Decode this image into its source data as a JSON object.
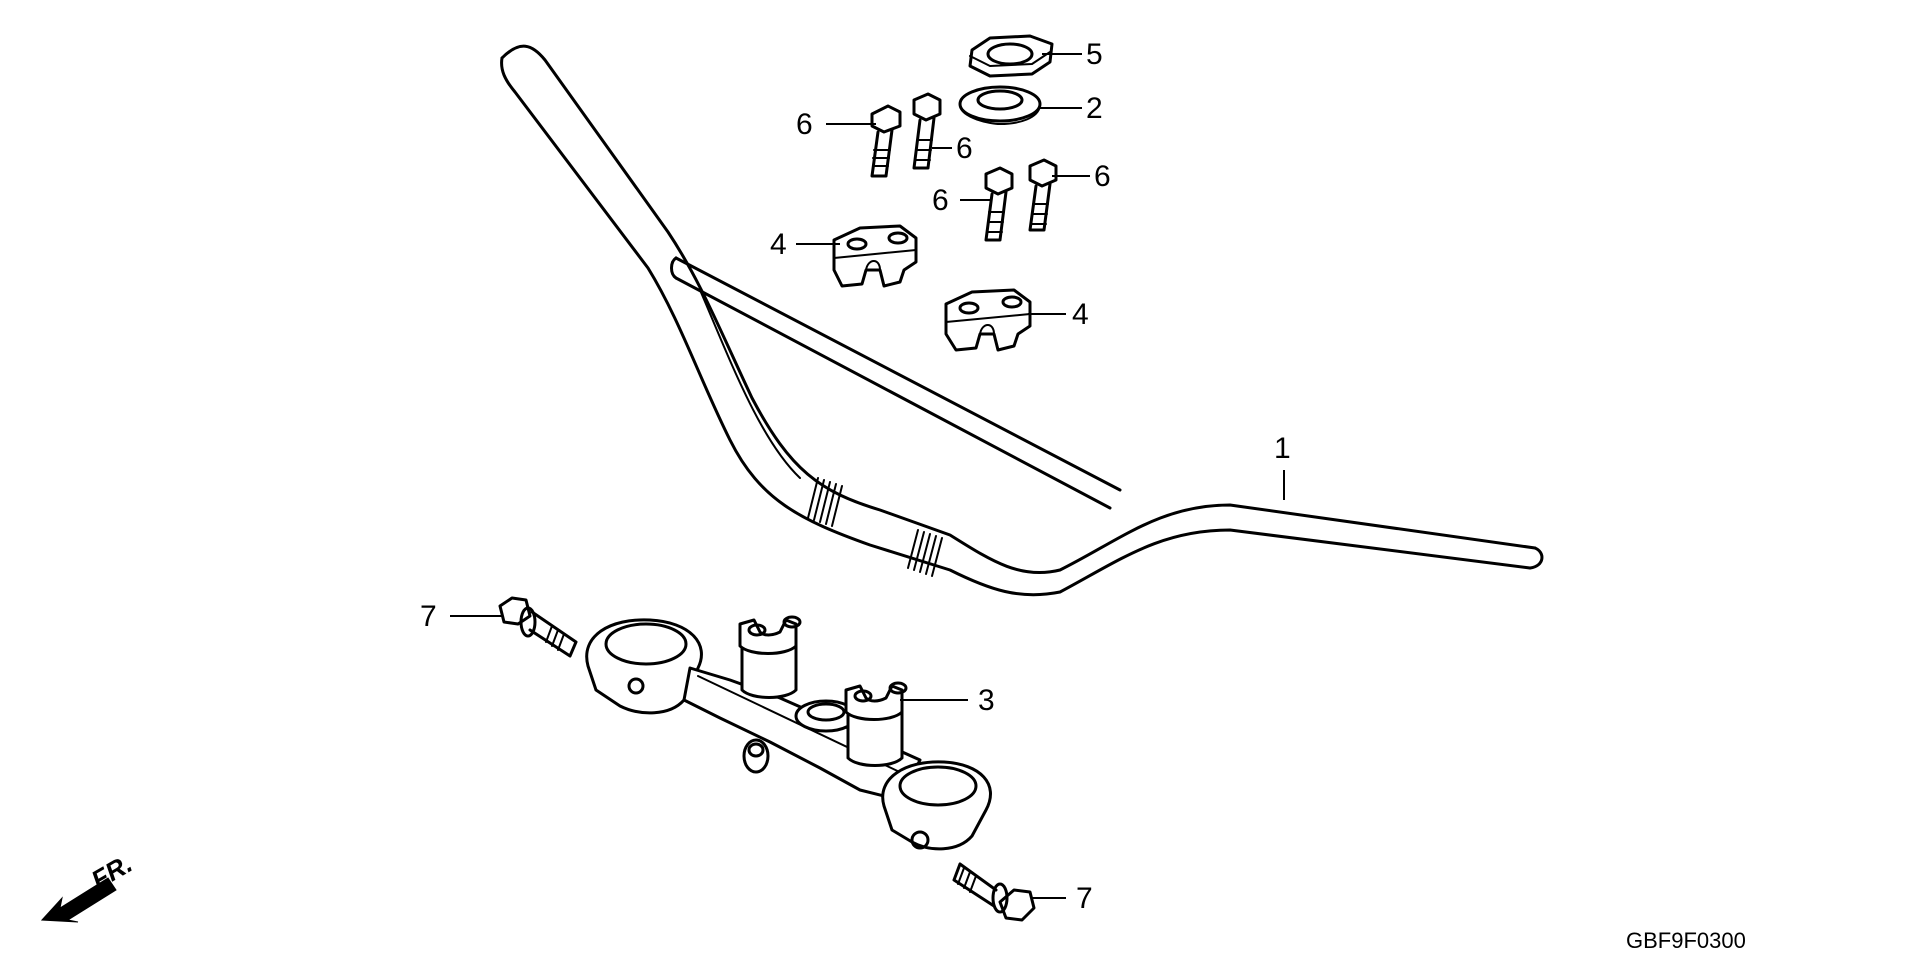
{
  "diagram": {
    "drawing_code": "GBF9F0300",
    "direction_indicator": "FR.",
    "callouts": [
      {
        "id": "c1",
        "label": "1"
      },
      {
        "id": "c2",
        "label": "2"
      },
      {
        "id": "c3",
        "label": "3"
      },
      {
        "id": "c4a",
        "label": "4"
      },
      {
        "id": "c4b",
        "label": "4"
      },
      {
        "id": "c5",
        "label": "5"
      },
      {
        "id": "c6a",
        "label": "6"
      },
      {
        "id": "c6b",
        "label": "6"
      },
      {
        "id": "c6c",
        "label": "6"
      },
      {
        "id": "c6d",
        "label": "6"
      },
      {
        "id": "c7a",
        "label": "7"
      },
      {
        "id": "c7b",
        "label": "7"
      }
    ]
  }
}
